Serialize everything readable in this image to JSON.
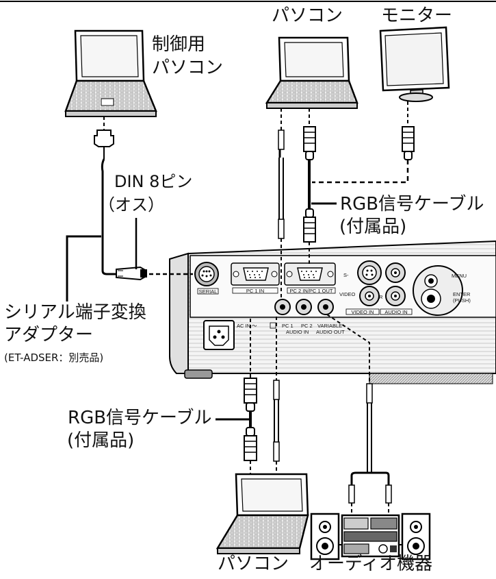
{
  "labels": {
    "control_pc": [
      "制御用",
      "パソコン"
    ],
    "pc_top": "パソコン",
    "monitor": "モニター",
    "din": [
      "DIN 8ピン",
      "（オス）"
    ],
    "rgb_cable_right": [
      "RGB信号ケーブル",
      "(付属品)"
    ],
    "adapter": [
      "シリアル端子変換",
      "アダプター"
    ],
    "adapter_note": "(ET-ADSER：別売品)",
    "rgb_cable_left": [
      "RGB信号ケーブル",
      "(付属品)"
    ],
    "pc_bottom": "パソコン",
    "audio": "オーディオ機器"
  },
  "panel": {
    "serial": "SERIAL",
    "pc1_in": "PC 1 IN",
    "pc2_in_pc1_out": "PC 2 IN/PC 1 OUT",
    "svideo": "S-",
    "video": "VIDEO",
    "video_in": "VIDEO IN",
    "audio_in": "AUDIO IN",
    "r": "R",
    "menu": "MENU",
    "enter": "ENTER",
    "push": "(PUSH)",
    "ac_in": "AC IN ～",
    "pc1": "PC 1",
    "pc2": "PC 2",
    "audio_in_2": "AUDIO IN",
    "variable": "VARIABLE",
    "audio_out": "AUDIO OUT"
  }
}
